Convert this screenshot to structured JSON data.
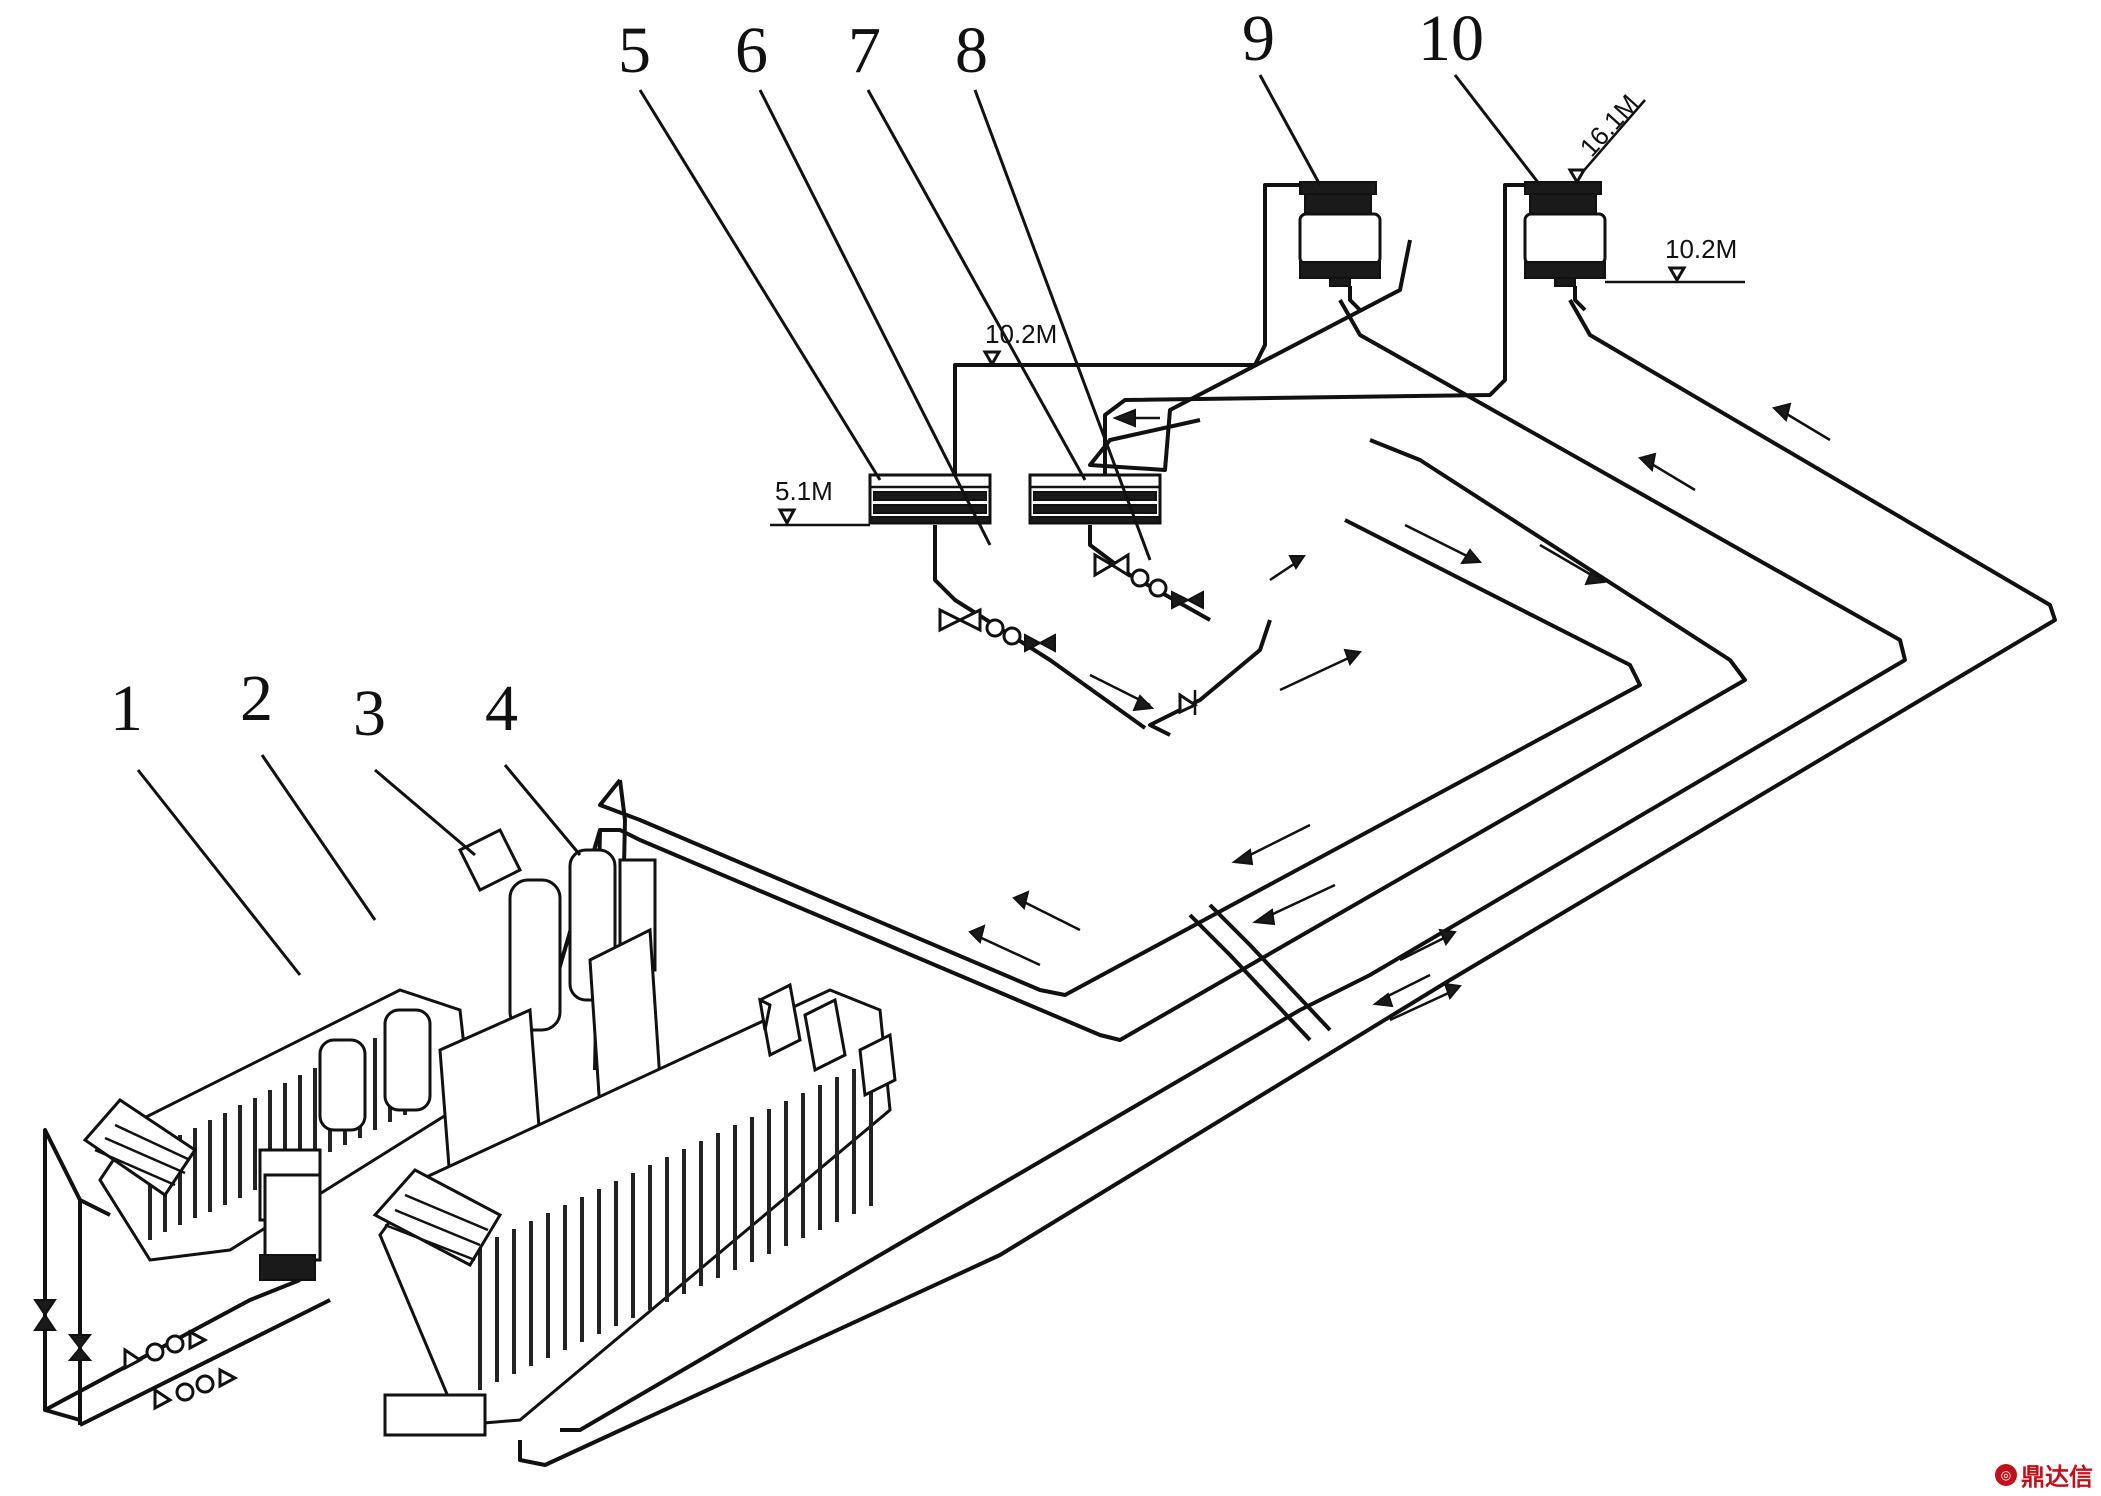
{
  "callouts": [
    "1",
    "2",
    "3",
    "4",
    "5",
    "6",
    "7",
    "8",
    "9",
    "10"
  ],
  "elevations": {
    "upper_tank": "10.2M",
    "lower_tank": "5.1M",
    "tower9_top": "16.1M",
    "tower10_base": "10.2M"
  },
  "watermark": "鼎达信",
  "icons": [
    "flow-arrow-icon",
    "valve-icon",
    "elevation-marker-icon",
    "cooling-tower-icon",
    "transformer-icon"
  ]
}
